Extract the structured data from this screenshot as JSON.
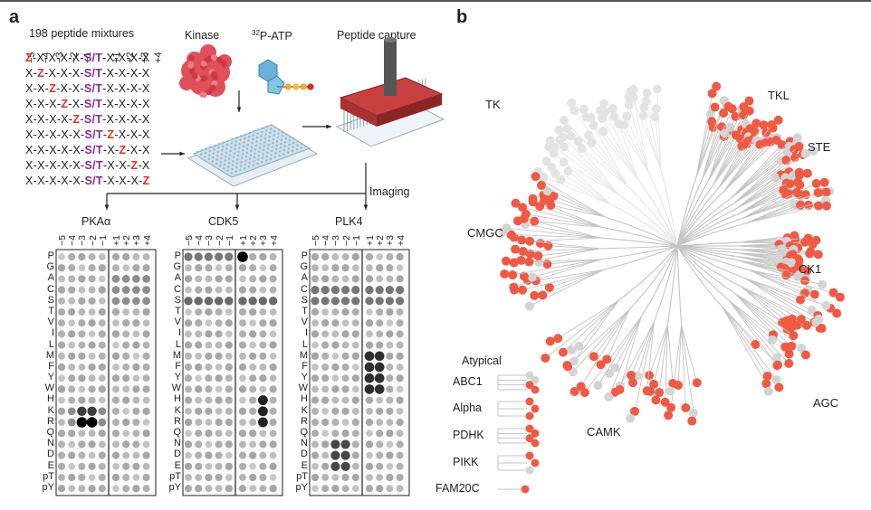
{
  "panel_a": {
    "letter": "a",
    "mixtures_label": "198 peptide mixtures",
    "kinase_label": "Kinase",
    "atp_label_sup": "32",
    "atp_label_rest": "P-ATP",
    "capture_label": "Peptide capture",
    "imaging_label": "Imaging",
    "positions": [
      "−5",
      "−4",
      "−3",
      "−2",
      "−1",
      "",
      "+1",
      "+2",
      "+3",
      "+4"
    ],
    "sequences": [
      [
        [
          "z",
          "Z"
        ],
        [
          "n",
          "-X-X-X-X-"
        ],
        [
          "st",
          "S/T"
        ],
        [
          "n",
          "-X-X-X-X"
        ]
      ],
      [
        [
          "n",
          "X-"
        ],
        [
          "z",
          "Z"
        ],
        [
          "n",
          "-X-X-X-"
        ],
        [
          "st",
          "S/T"
        ],
        [
          "n",
          "-X-X-X-X"
        ]
      ],
      [
        [
          "n",
          "X-X-"
        ],
        [
          "z",
          "Z"
        ],
        [
          "n",
          "-X-X-"
        ],
        [
          "st",
          "S/T"
        ],
        [
          "n",
          "-X-X-X-X"
        ]
      ],
      [
        [
          "n",
          "X-X-X-"
        ],
        [
          "z",
          "Z"
        ],
        [
          "n",
          "-X-"
        ],
        [
          "st",
          "S/T"
        ],
        [
          "n",
          "-X-X-X-X"
        ]
      ],
      [
        [
          "n",
          "X-X-X-X-"
        ],
        [
          "z",
          "Z"
        ],
        [
          "n",
          "-"
        ],
        [
          "st",
          "S/T"
        ],
        [
          "n",
          "-X-X-X-X"
        ]
      ],
      [
        [
          "n",
          "X-X-X-X-X-"
        ],
        [
          "st",
          "S/T"
        ],
        [
          "n",
          "-"
        ],
        [
          "z",
          "Z"
        ],
        [
          "n",
          "-X-X-X"
        ]
      ],
      [
        [
          "n",
          "X-X-X-X-X-"
        ],
        [
          "st",
          "S/T"
        ],
        [
          "n",
          "-X-"
        ],
        [
          "z",
          "Z"
        ],
        [
          "n",
          "-X-X"
        ]
      ],
      [
        [
          "n",
          "X-X-X-X-X-"
        ],
        [
          "st",
          "S/T"
        ],
        [
          "n",
          "-X-X-"
        ],
        [
          "z",
          "Z"
        ],
        [
          "n",
          "-X"
        ]
      ],
      [
        [
          "n",
          "X-X-X-X-X-"
        ],
        [
          "st",
          "S/T"
        ],
        [
          "n",
          "-X-X-X-"
        ],
        [
          "z",
          "Z"
        ]
      ]
    ],
    "arrays": [
      {
        "name": "PKAα"
      },
      {
        "name": "CDK5"
      },
      {
        "name": "PLK4"
      }
    ],
    "residues": [
      "P",
      "G",
      "A",
      "C",
      "S",
      "T",
      "V",
      "I",
      "L",
      "M",
      "F",
      "Y",
      "W",
      "H",
      "K",
      "R",
      "Q",
      "N",
      "D",
      "E",
      "pT",
      "pY"
    ],
    "array_positions": [
      "−5",
      "−4",
      "−3",
      "−2",
      "−1",
      "+1",
      "+2",
      "+3",
      "+4"
    ]
  },
  "panel_b": {
    "letter": "b",
    "families": [
      "TK",
      "TKL",
      "STE",
      "CMGC",
      "CK1",
      "AGC",
      "CAMK"
    ],
    "atypical_title": "Atypical",
    "atypical": [
      "ABC1",
      "Alpha",
      "PDHK",
      "PIKK",
      "FAM20C"
    ]
  },
  "colors": {
    "red": "#ef5a45",
    "grey": "#d4d4d4",
    "tk_grey": "#e3e3e3",
    "branch": "#c4c4c4"
  }
}
